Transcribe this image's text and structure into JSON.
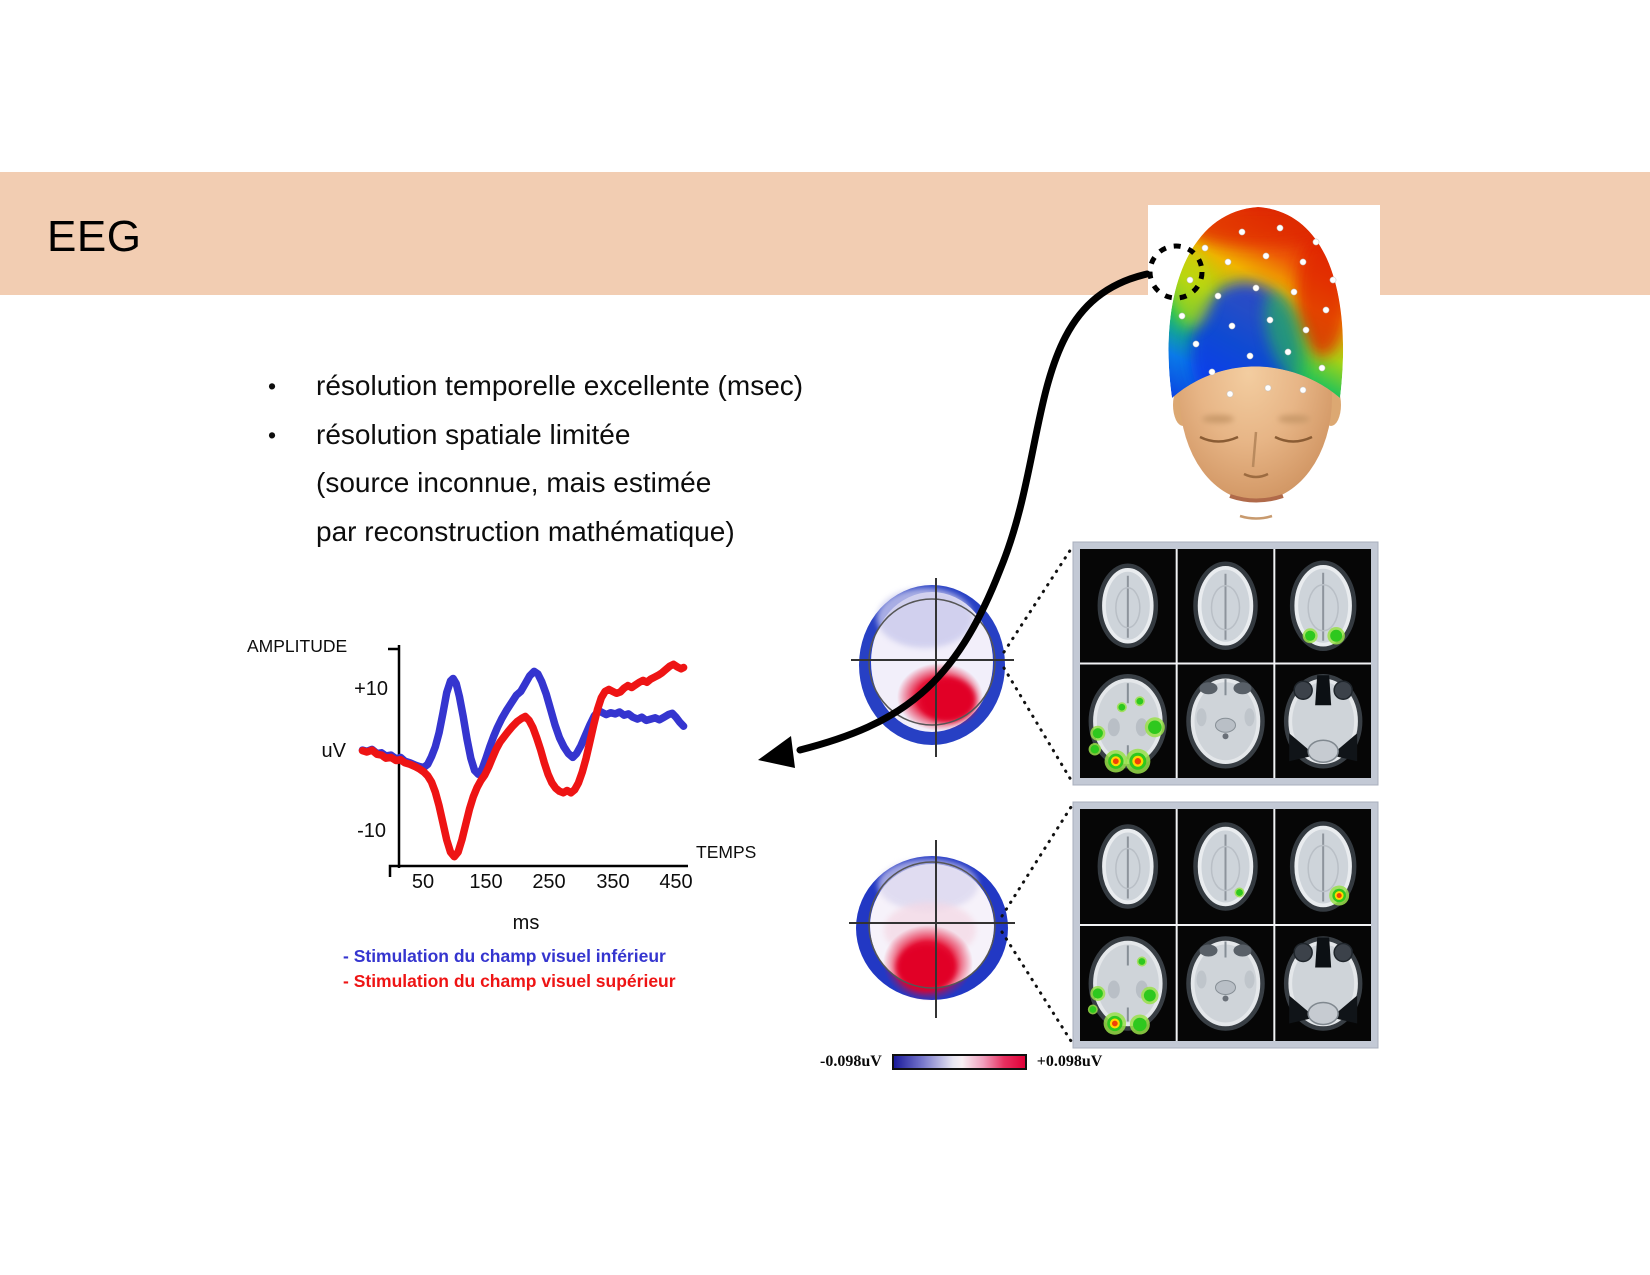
{
  "slide": {
    "title": "EEG",
    "banner_color": "#f2cdb2",
    "bullets": [
      {
        "marker": "•",
        "text": "résolution temporelle excellente (msec)"
      },
      {
        "marker": "•",
        "text": "résolution spatiale limitée"
      },
      {
        "marker": "",
        "text": "(source inconnue, mais estimée"
      },
      {
        "marker": "",
        "text": "par reconstruction mathématique)"
      }
    ]
  },
  "chart_data": {
    "type": "line",
    "title": "",
    "xlabel": "TEMPS",
    "x_unit": "ms",
    "ylabel": "AMPLITUDE",
    "y_unit": "uV",
    "x_ticks": [
      "50",
      "150",
      "250",
      "350",
      "450"
    ],
    "y_ticks": [
      "+10",
      "-10"
    ],
    "xlim": [
      -45,
      465
    ],
    "ylim": [
      -14,
      14
    ],
    "grid": false,
    "legend_position": "below-chart",
    "legend": [
      {
        "label": "- Stimulation du champ visuel inférieur"
      },
      {
        "label": "- Stimulation du champ visuel supérieur"
      }
    ],
    "series": [
      {
        "name": "Stimulation du champ visuel inférieur",
        "color": "#3535cf",
        "points": [
          [
            -45,
            0.3
          ],
          [
            -38,
            0.1
          ],
          [
            -30,
            0.4
          ],
          [
            -22,
            -0.2
          ],
          [
            -15,
            -0.1
          ],
          [
            -8,
            -0.5
          ],
          [
            0,
            -0.4
          ],
          [
            8,
            -0.9
          ],
          [
            15,
            -0.7
          ],
          [
            22,
            -1.2
          ],
          [
            30,
            -1.4
          ],
          [
            38,
            -1.7
          ],
          [
            45,
            -1.9
          ],
          [
            52,
            -2.0
          ],
          [
            58,
            -1.6
          ],
          [
            64,
            -0.6
          ],
          [
            70,
            0.8
          ],
          [
            76,
            3.0
          ],
          [
            82,
            6.0
          ],
          [
            88,
            9.2
          ],
          [
            94,
            11.0
          ],
          [
            98,
            11.4
          ],
          [
            103,
            10.6
          ],
          [
            108,
            8.6
          ],
          [
            114,
            5.5
          ],
          [
            120,
            2.0
          ],
          [
            126,
            -0.8
          ],
          [
            132,
            -2.4
          ],
          [
            138,
            -2.9
          ],
          [
            144,
            -2.2
          ],
          [
            150,
            -0.8
          ],
          [
            156,
            0.8
          ],
          [
            162,
            2.4
          ],
          [
            168,
            3.8
          ],
          [
            175,
            5.2
          ],
          [
            182,
            6.4
          ],
          [
            190,
            7.6
          ],
          [
            198,
            8.8
          ],
          [
            205,
            9.4
          ],
          [
            212,
            10.6
          ],
          [
            219,
            11.8
          ],
          [
            226,
            12.5
          ],
          [
            232,
            12.1
          ],
          [
            238,
            10.9
          ],
          [
            245,
            9.0
          ],
          [
            252,
            6.6
          ],
          [
            259,
            4.2
          ],
          [
            266,
            2.2
          ],
          [
            273,
            0.8
          ],
          [
            280,
            -0.2
          ],
          [
            287,
            -0.7
          ],
          [
            293,
            -0.2
          ],
          [
            300,
            1.0
          ],
          [
            307,
            2.6
          ],
          [
            314,
            4.2
          ],
          [
            321,
            5.6
          ],
          [
            328,
            6.4
          ],
          [
            334,
            6.1
          ],
          [
            340,
            5.8
          ],
          [
            347,
            6.1
          ],
          [
            354,
            5.9
          ],
          [
            361,
            6.2
          ],
          [
            368,
            5.7
          ],
          [
            375,
            5.9
          ],
          [
            382,
            5.4
          ],
          [
            389,
            5.1
          ],
          [
            396,
            5.4
          ],
          [
            403,
            4.9
          ],
          [
            410,
            5.1
          ],
          [
            417,
            5.3
          ],
          [
            424,
            5.0
          ],
          [
            431,
            5.4
          ],
          [
            438,
            5.8
          ],
          [
            444,
            6.0
          ],
          [
            450,
            5.4
          ],
          [
            456,
            4.6
          ],
          [
            462,
            4.0
          ]
        ]
      },
      {
        "name": "Stimulation du champ visuel supérieur",
        "color": "#ee1414",
        "points": [
          [
            -45,
            0.2
          ],
          [
            -38,
            0.0
          ],
          [
            -30,
            0.3
          ],
          [
            -22,
            -0.3
          ],
          [
            -15,
            -0.4
          ],
          [
            -8,
            -0.8
          ],
          [
            0,
            -0.7
          ],
          [
            8,
            -1.1
          ],
          [
            15,
            -1.0
          ],
          [
            22,
            -1.4
          ],
          [
            30,
            -1.6
          ],
          [
            38,
            -1.9
          ],
          [
            45,
            -2.2
          ],
          [
            52,
            -2.6
          ],
          [
            58,
            -3.1
          ],
          [
            64,
            -3.9
          ],
          [
            70,
            -5.2
          ],
          [
            76,
            -7.0
          ],
          [
            82,
            -9.2
          ],
          [
            88,
            -11.4
          ],
          [
            94,
            -13.0
          ],
          [
            100,
            -13.6
          ],
          [
            106,
            -13.0
          ],
          [
            112,
            -11.4
          ],
          [
            118,
            -9.4
          ],
          [
            124,
            -7.4
          ],
          [
            130,
            -5.8
          ],
          [
            136,
            -4.6
          ],
          [
            142,
            -3.7
          ],
          [
            148,
            -3.0
          ],
          [
            154,
            -2.0
          ],
          [
            160,
            -0.8
          ],
          [
            166,
            0.4
          ],
          [
            172,
            1.5
          ],
          [
            178,
            2.3
          ],
          [
            185,
            3.2
          ],
          [
            192,
            4.0
          ],
          [
            199,
            4.7
          ],
          [
            206,
            5.2
          ],
          [
            212,
            5.5
          ],
          [
            218,
            4.9
          ],
          [
            224,
            3.8
          ],
          [
            230,
            2.2
          ],
          [
            236,
            0.4
          ],
          [
            242,
            -1.4
          ],
          [
            248,
            -2.9
          ],
          [
            254,
            -4.0
          ],
          [
            260,
            -4.7
          ],
          [
            266,
            -5.1
          ],
          [
            272,
            -5.3
          ],
          [
            278,
            -5.0
          ],
          [
            284,
            -5.3
          ],
          [
            290,
            -4.9
          ],
          [
            296,
            -4.0
          ],
          [
            302,
            -2.6
          ],
          [
            308,
            -0.8
          ],
          [
            314,
            1.6
          ],
          [
            320,
            4.2
          ],
          [
            326,
            6.6
          ],
          [
            332,
            8.4
          ],
          [
            338,
            9.4
          ],
          [
            344,
            9.7
          ],
          [
            350,
            9.4
          ],
          [
            356,
            9.1
          ],
          [
            362,
            9.3
          ],
          [
            368,
            9.9
          ],
          [
            374,
            10.3
          ],
          [
            380,
            10.0
          ],
          [
            386,
            10.4
          ],
          [
            392,
            10.8
          ],
          [
            398,
            11.1
          ],
          [
            404,
            10.8
          ],
          [
            410,
            11.3
          ],
          [
            416,
            11.6
          ],
          [
            422,
            11.9
          ],
          [
            428,
            12.3
          ],
          [
            434,
            12.8
          ],
          [
            440,
            13.3
          ],
          [
            446,
            13.6
          ],
          [
            452,
            13.2
          ],
          [
            458,
            12.9
          ],
          [
            462,
            13.1
          ]
        ]
      }
    ]
  },
  "colorbar": {
    "min_label": "-0.098uV",
    "max_label": "+0.098uV"
  }
}
